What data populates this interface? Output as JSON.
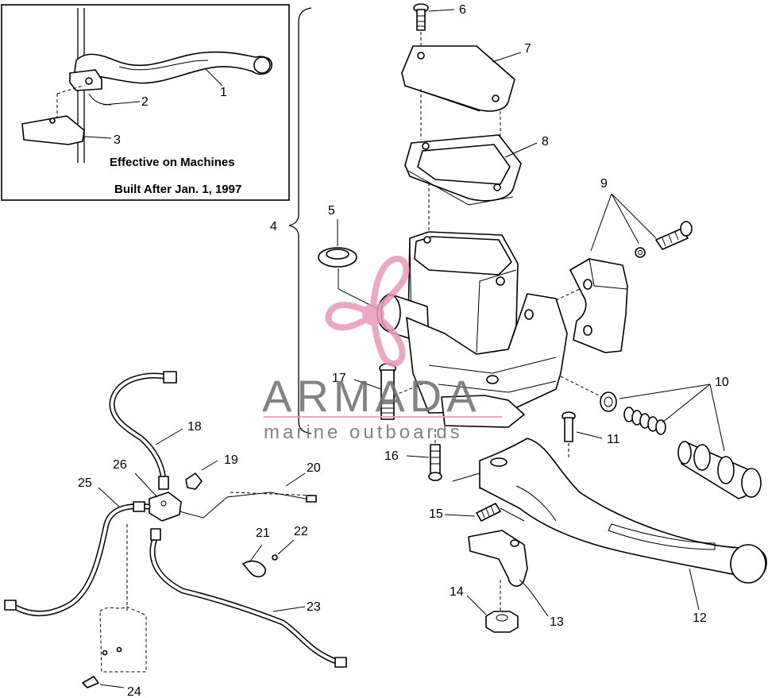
{
  "inset_note": {
    "line1": "Effective on Machines",
    "line2": "Built After Jan. 1, 1997"
  },
  "watermark": {
    "title": "ARMADA",
    "subtitle": "marine outboards",
    "logo_color": "#e89ab8",
    "text_color": "#6e6e6e",
    "icon": "propeller-logo-icon"
  },
  "callouts": {
    "c1": "1",
    "c2": "2",
    "c3": "3",
    "c4": "4",
    "c5": "5",
    "c6": "6",
    "c7": "7",
    "c8": "8",
    "c9": "9",
    "c10": "10",
    "c11": "11",
    "c12": "12",
    "c13": "13",
    "c14": "14",
    "c15": "15",
    "c16": "16",
    "c17": "17",
    "c18": "18",
    "c19": "19",
    "c20": "20",
    "c21": "21",
    "c22": "22",
    "c23": "23",
    "c24": "24",
    "c25": "25",
    "c26": "26"
  }
}
